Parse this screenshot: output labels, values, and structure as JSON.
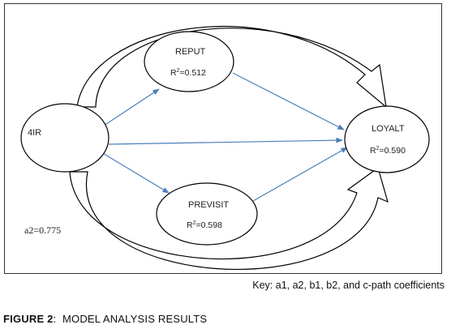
{
  "nodes": {
    "fourir": {
      "label": "4IR"
    },
    "reput": {
      "label": "REPUT",
      "r2_prefix": "R",
      "r2_sup": "2",
      "r2_value": "=0.512"
    },
    "previsit": {
      "label": "PREVISIT",
      "r2_prefix": "R",
      "r2_sup": "2",
      "r2_value": "=0.598"
    },
    "loyalt": {
      "label": "LOYALT",
      "r2_prefix": "R",
      "r2_sup": "2",
      "r2_value": "=0.590"
    }
  },
  "coefficient_label": "a2=0.775",
  "key_text": "Key: a1, a2, b1, b2, and c-path coefficients",
  "caption": {
    "number": "FIGURE 2",
    "separator": ":",
    "text": "  MODEL ANALYSIS RESULTS"
  },
  "colors": {
    "arrow": "#4a7ebb",
    "outline": "#000000",
    "frame": "#333333"
  }
}
